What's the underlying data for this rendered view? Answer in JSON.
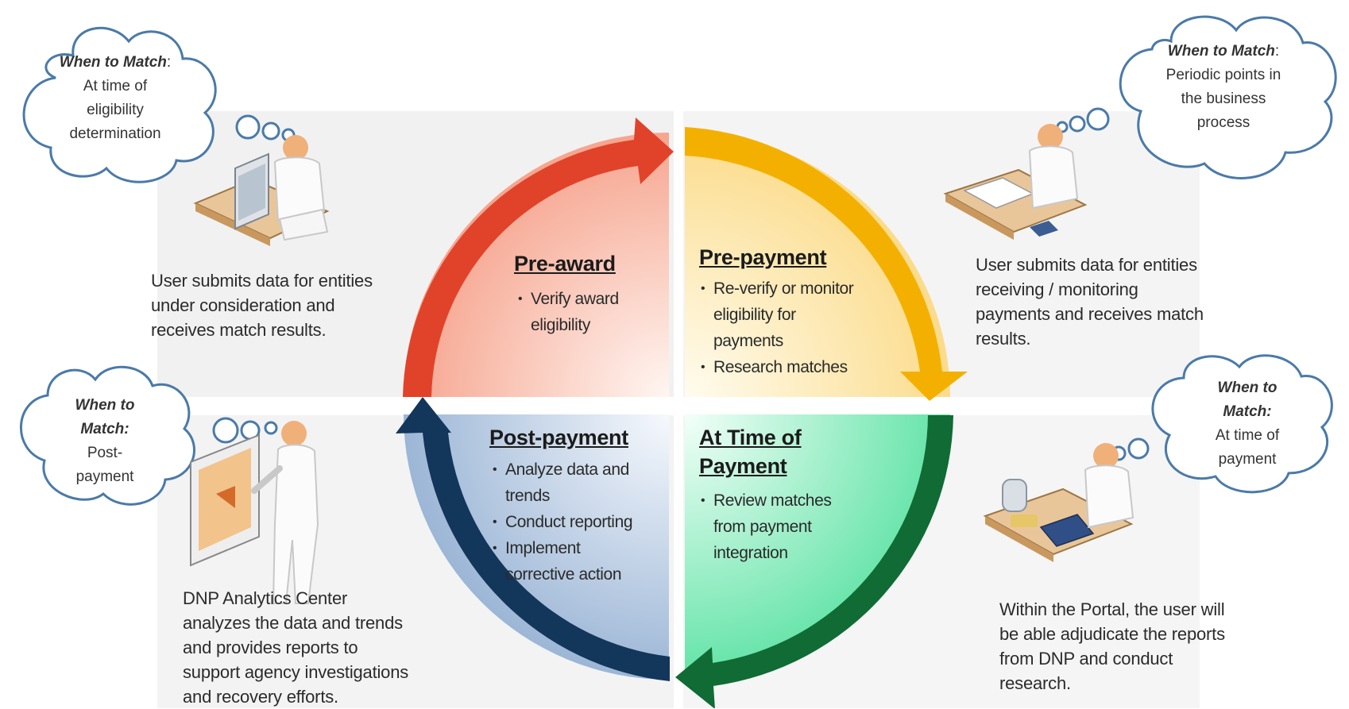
{
  "quadrants": {
    "pre_award": {
      "title": "Pre-award",
      "bullets": [
        "Verify award",
        "eligibility"
      ]
    },
    "pre_payment": {
      "title": "Pre-payment",
      "bullets": [
        "Re-verify or monitor",
        "eligibility for",
        "payments",
        "Research matches"
      ]
    },
    "post_payment": {
      "title": "Post-payment",
      "bullets": [
        "Analyze data and",
        "trends",
        "Conduct reporting",
        "Implement",
        "corrective action"
      ]
    },
    "time_of_payment": {
      "title_line1": "At Time of",
      "title_line2": "Payment",
      "bullets": [
        "Review matches",
        "from payment",
        "integration"
      ]
    }
  },
  "descriptions": {
    "top_left": [
      "User submits data for entities",
      "under consideration and",
      "receives match results."
    ],
    "top_right": [
      "User submits data for entities",
      "receiving / monitoring",
      "payments and receives match",
      "results."
    ],
    "bottom_left": [
      "DNP Analytics Center",
      "analyzes the data and trends",
      "and provides reports to",
      "support agency investigations",
      "and recovery efforts."
    ],
    "bottom_right": [
      "Within the Portal, the user will",
      "be able adjudicate the reports",
      "from DNP and conduct",
      "research."
    ]
  },
  "clouds": {
    "top_left": {
      "header": "When to Match",
      "suffix": ":",
      "lines": [
        "At time of",
        "eligibility",
        "determination"
      ]
    },
    "top_right": {
      "header": "When to Match",
      "suffix": ":",
      "lines": [
        "Periodic points in",
        "the business",
        "process"
      ]
    },
    "bottom_left": {
      "header_lines": [
        "When to",
        "Match:"
      ],
      "lines": [
        "Post-",
        "payment"
      ]
    },
    "bottom_right": {
      "header_lines": [
        "When to",
        "Match:"
      ],
      "lines": [
        "At time of",
        "payment"
      ]
    }
  },
  "colors": {
    "arrow_red": "#e0432a",
    "arrow_yellow": "#f5b400",
    "arrow_green": "#0f6b34",
    "arrow_navy": "#13365c",
    "quad_red": "#f7b5a3",
    "quad_yellow": "#fbe6a3",
    "quad_green": "#7fe8b6",
    "quad_blue": "#a9c0dc"
  },
  "icons": [
    "person-at-computer-icon",
    "person-at-desk-icon",
    "person-at-presentation-screen-icon",
    "person-at-payment-terminal-icon"
  ]
}
